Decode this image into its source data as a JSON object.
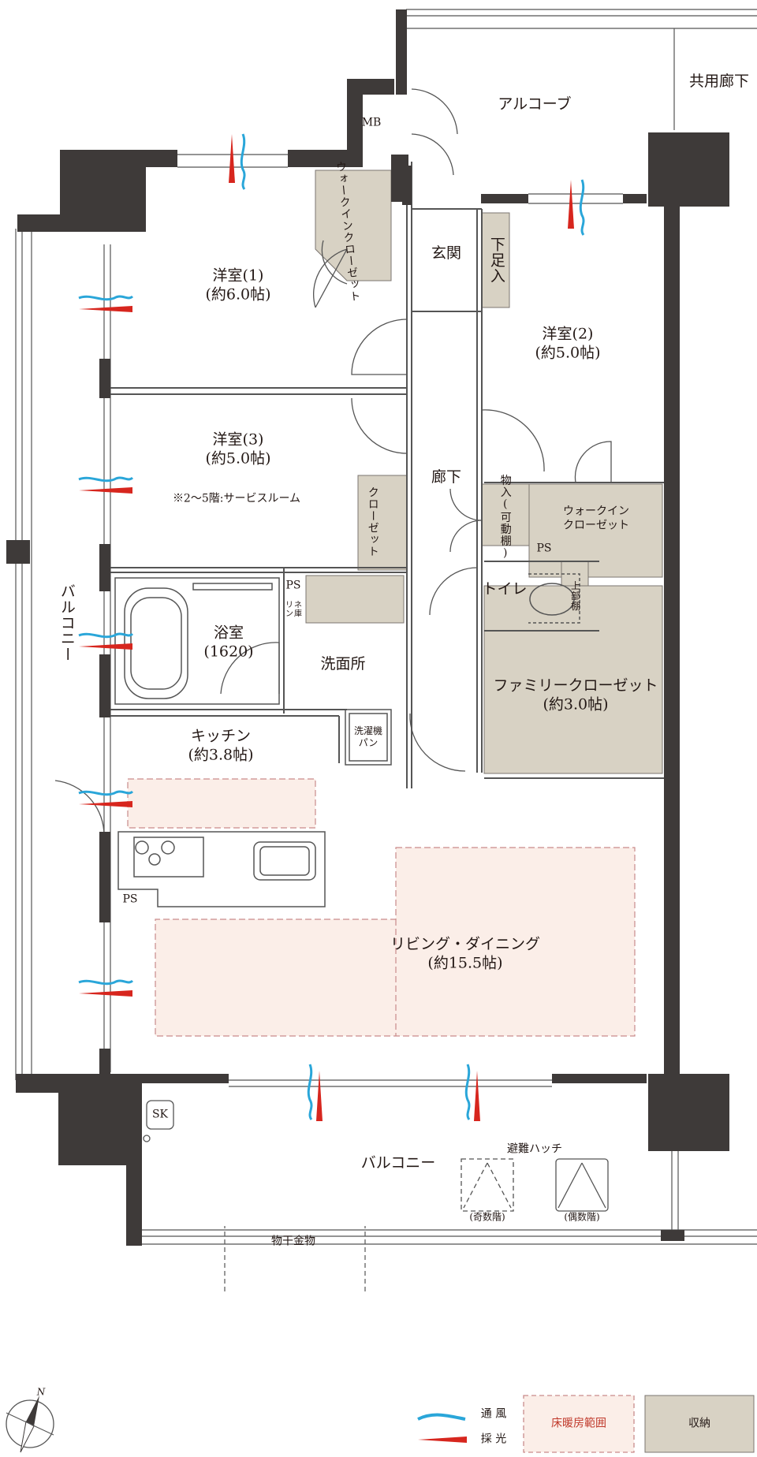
{
  "rooms": {
    "western1": {
      "name": "洋室(1)",
      "size": "(約6.0帖)"
    },
    "western2": {
      "name": "洋室(2)",
      "size": "(約5.0帖)"
    },
    "western3": {
      "name": "洋室(3)",
      "size": "(約5.0帖)",
      "note": "※2～5階:サービスルーム"
    },
    "bath": {
      "name": "浴室",
      "size": "(1620)"
    },
    "washroom": "洗面所",
    "kitchen": {
      "name": "キッチン",
      "size": "(約3.8帖)"
    },
    "living": {
      "name": "リビング・ダイニング",
      "size": "(約15.5帖)"
    },
    "family_closet": {
      "name": "ファミリークローゼット",
      "size": "(約3.0帖)"
    },
    "entrance": "玄関",
    "hallway": "廊下",
    "toilet": "トイレ",
    "alcove": "アルコーブ",
    "common_corridor": "共用廊下"
  },
  "storage": {
    "wic1": "ウォークインクローゼット",
    "closet3": "クローゼット",
    "shoe": "下足入",
    "movable_shelf": "物入(可動棚)",
    "wic2_line1": "ウォークイン",
    "wic2_line2": "クローゼット",
    "upper_shelf": "上部棚",
    "linen": "リネン庫"
  },
  "fixtures": {
    "mb": "MB",
    "ps": "PS",
    "washer_line1": "洗濯機",
    "washer_line2": "パン",
    "sk": "SK"
  },
  "balcony": {
    "west": "バルコニー",
    "south": "バルコニー",
    "laundry_pole": "物干金物",
    "hatch": "避難ハッチ",
    "hatch_odd": "(奇数階)",
    "hatch_even": "(偶数階)"
  },
  "legend": {
    "ventilation": "通 風",
    "daylight": "採 光",
    "floor_heating": "床暖房範囲",
    "storage": "収納",
    "north": "N"
  },
  "colors": {
    "wall": "#3e3a39",
    "storage_fill": "#d8d2c4",
    "floor_heating_fill": "#fbeee8",
    "floor_heating_border": "#d9a0a0",
    "ventilation": "#2aa6d9",
    "daylight_red": "#d7261e"
  }
}
